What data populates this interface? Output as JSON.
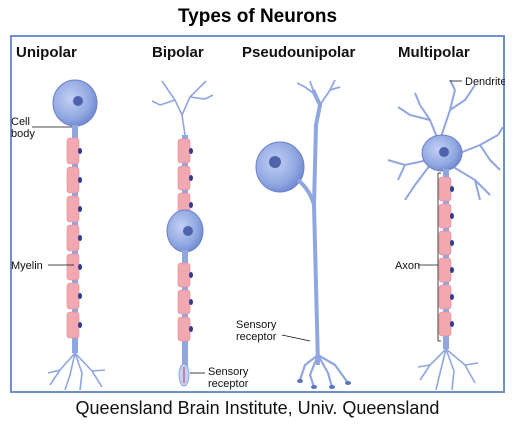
{
  "title": "Types of Neurons",
  "credit": "Queensland Brain Institute, Univ. Queensland",
  "neuron_types": [
    "Unipolar",
    "Bipolar",
    "Pseudounipolar",
    "Multipolar"
  ],
  "labels": {
    "cell_body": "Cell\nbody",
    "myelin": "Myelin",
    "dendrite": "Dendrite",
    "axon": "Axon",
    "sensory_receptor_pseudo": "Sensory\nreceptor",
    "sensory_receptor_bipolar": "Sensory\nreceptor"
  },
  "colors": {
    "frame": "#6f8fcf",
    "neuron": "#8fa6e0",
    "neuron_dark": "#5a72c0",
    "myelin": "#f2a8b0",
    "node": "#2c3d96"
  }
}
